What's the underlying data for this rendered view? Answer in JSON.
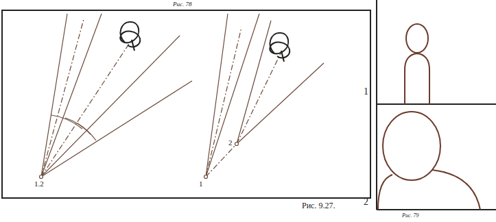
{
  "diagram": {
    "caption": "Рис. 9.27.",
    "labels": [
      "Рис. 78",
      "1.2",
      "1",
      "2",
      "1",
      "2",
      "Рис. 79"
    ]
  }
}
